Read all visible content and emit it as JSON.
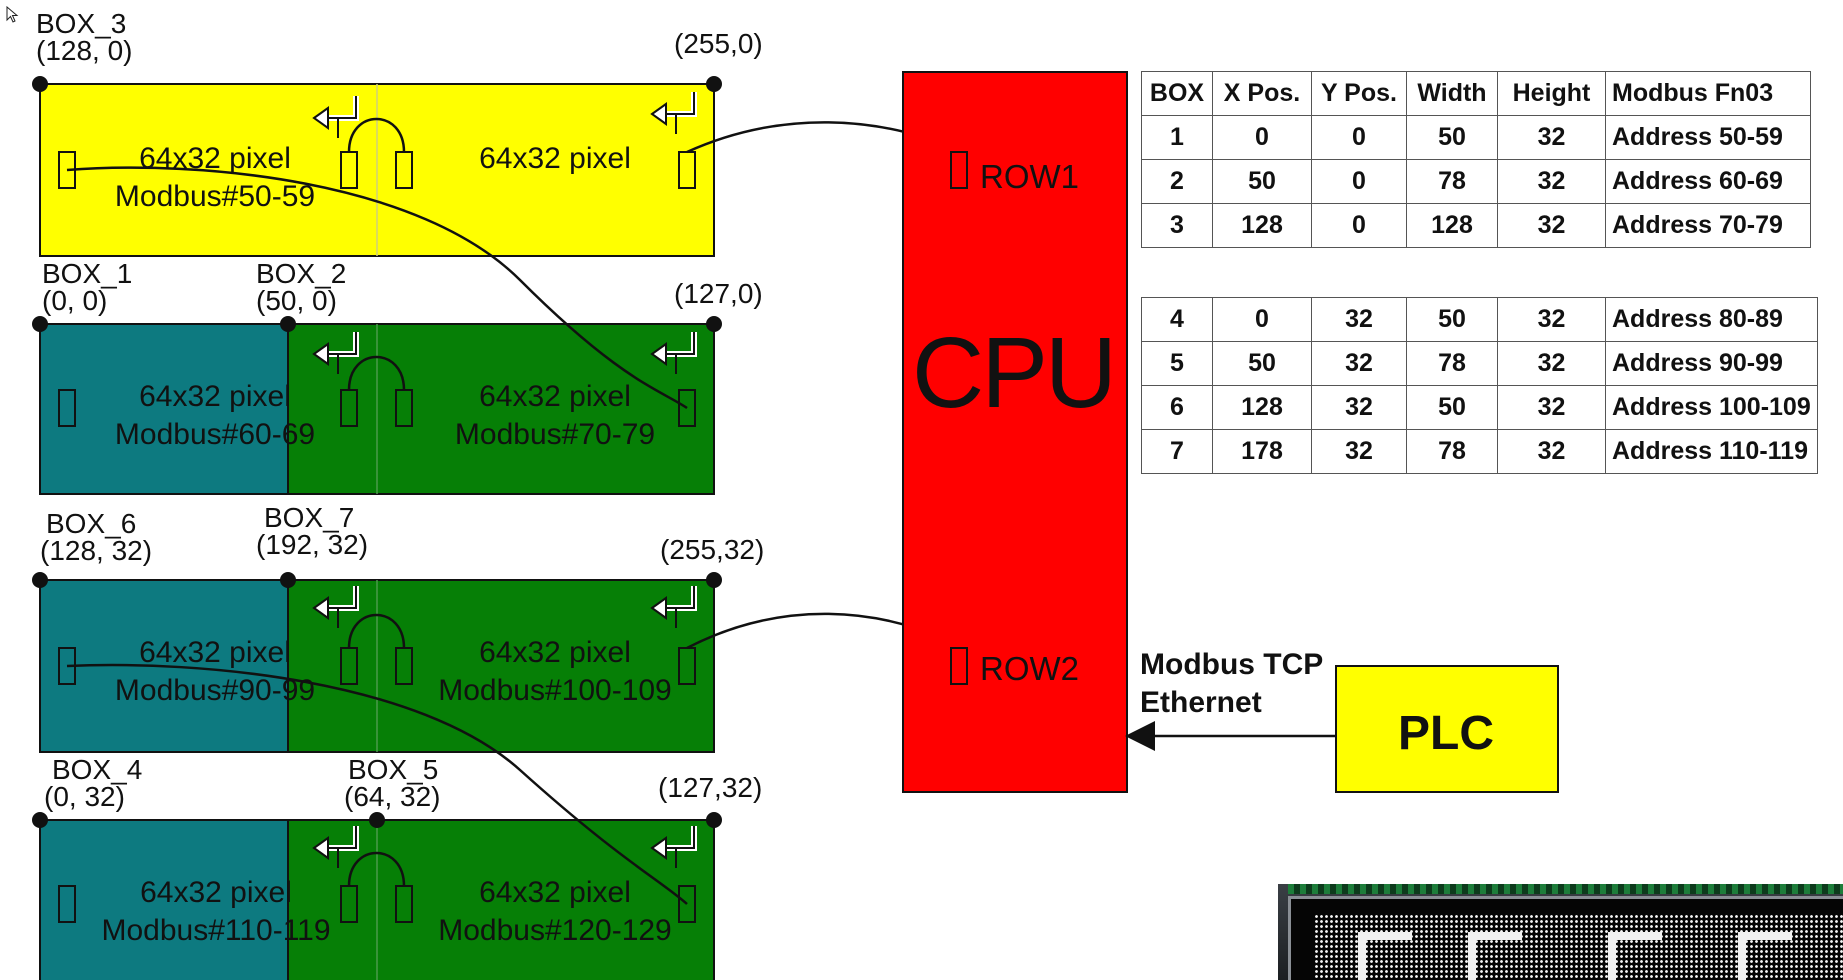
{
  "boxes": [
    {
      "name": "BOX_3",
      "coord": "(128, 0)"
    },
    {
      "name": "BOX_1",
      "coord": "(0, 0)"
    },
    {
      "name": "BOX_2",
      "coord": "(50, 0)"
    },
    {
      "name": "BOX_6",
      "coord": "(128, 32)"
    },
    {
      "name": "BOX_7",
      "coord": "(192, 32)"
    },
    {
      "name": "BOX_4",
      "coord": "(0, 32)"
    },
    {
      "name": "BOX_5",
      "coord": "(64, 32)"
    }
  ],
  "corner_coords": [
    "(255,0)",
    "(127,0)",
    "(255,32)",
    "(127,32)"
  ],
  "panels": [
    {
      "l1": "64x32 pixel",
      "l2": "Modbus#50-59"
    },
    {
      "l1": "64x32 pixel",
      "l2": ""
    },
    {
      "l1": "64x32 pixel",
      "l2": "Modbus#60-69"
    },
    {
      "l1": "64x32 pixel",
      "l2": "Modbus#70-79"
    },
    {
      "l1": "64x32 pixel",
      "l2": "Modbus#90-99"
    },
    {
      "l1": "64x32 pixel",
      "l2": "Modbus#100-109"
    },
    {
      "l1": "64x32 pixel",
      "l2": "Modbus#110-119"
    },
    {
      "l1": "64x32 pixel",
      "l2": "Modbus#120-129"
    }
  ],
  "cpu": {
    "label": "CPU",
    "row1": "ROW1",
    "row2": "ROW2"
  },
  "plc": {
    "label": "PLC"
  },
  "modbus": {
    "line1": "Modbus TCP",
    "line2": "Ethernet"
  },
  "colors": {
    "yellow": "#ffff00",
    "teal": "#0d7a80",
    "green": "#067f06",
    "red": "#ff0000"
  },
  "table_headers": [
    "BOX",
    "X Pos.",
    "Y Pos.",
    "Width",
    "Height",
    "Modbus Fn03"
  ],
  "table1_rows": [
    [
      "1",
      "0",
      "0",
      "50",
      "32",
      "Address 50-59"
    ],
    [
      "2",
      "50",
      "0",
      "78",
      "32",
      "Address 60-69"
    ],
    [
      "3",
      "128",
      "0",
      "128",
      "32",
      "Address 70-79"
    ]
  ],
  "table2_rows": [
    [
      "4",
      "0",
      "32",
      "50",
      "32",
      "Address 80-89"
    ],
    [
      "5",
      "50",
      "32",
      "78",
      "32",
      "Address 90-99"
    ],
    [
      "6",
      "128",
      "32",
      "50",
      "32",
      "Address 100-109"
    ],
    [
      "7",
      "178",
      "32",
      "78",
      "32",
      "Address 110-119"
    ]
  ]
}
